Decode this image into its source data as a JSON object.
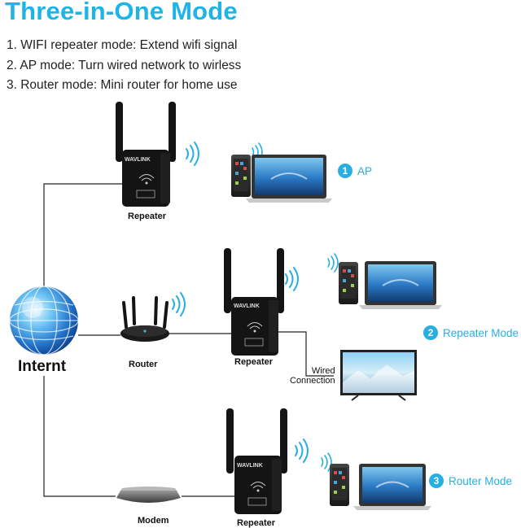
{
  "title": "Three-in-One Mode",
  "list": [
    "1. WIFI repeater mode: Extend wifi signal",
    "2. AP mode: Turn wired network to wirless",
    "3. Router mode: Mini router for home use"
  ],
  "labels": {
    "repeater_top": "Repeater",
    "repeater_mid": "Repeater",
    "repeater_bottom": "Repeater",
    "router": "Router",
    "modem": "Modem",
    "internet": "Internt",
    "wired_line1": "Wired",
    "wired_line2": "Connection",
    "brand": "WAVLINK"
  },
  "modes": [
    {
      "num": "1",
      "label": "AP"
    },
    {
      "num": "2",
      "label": "Repeater Mode"
    },
    {
      "num": "3",
      "label": "Router Mode"
    }
  ],
  "colors": {
    "accent": "#27aee3",
    "title": "#1fb4e5",
    "device": "#141414",
    "line": "#222222"
  },
  "icons": [
    "globe-icon",
    "wifi-signal-icon",
    "laptop-icon",
    "smartphone-icon",
    "tv-icon",
    "router-icon",
    "modem-icon",
    "repeater-icon"
  ]
}
